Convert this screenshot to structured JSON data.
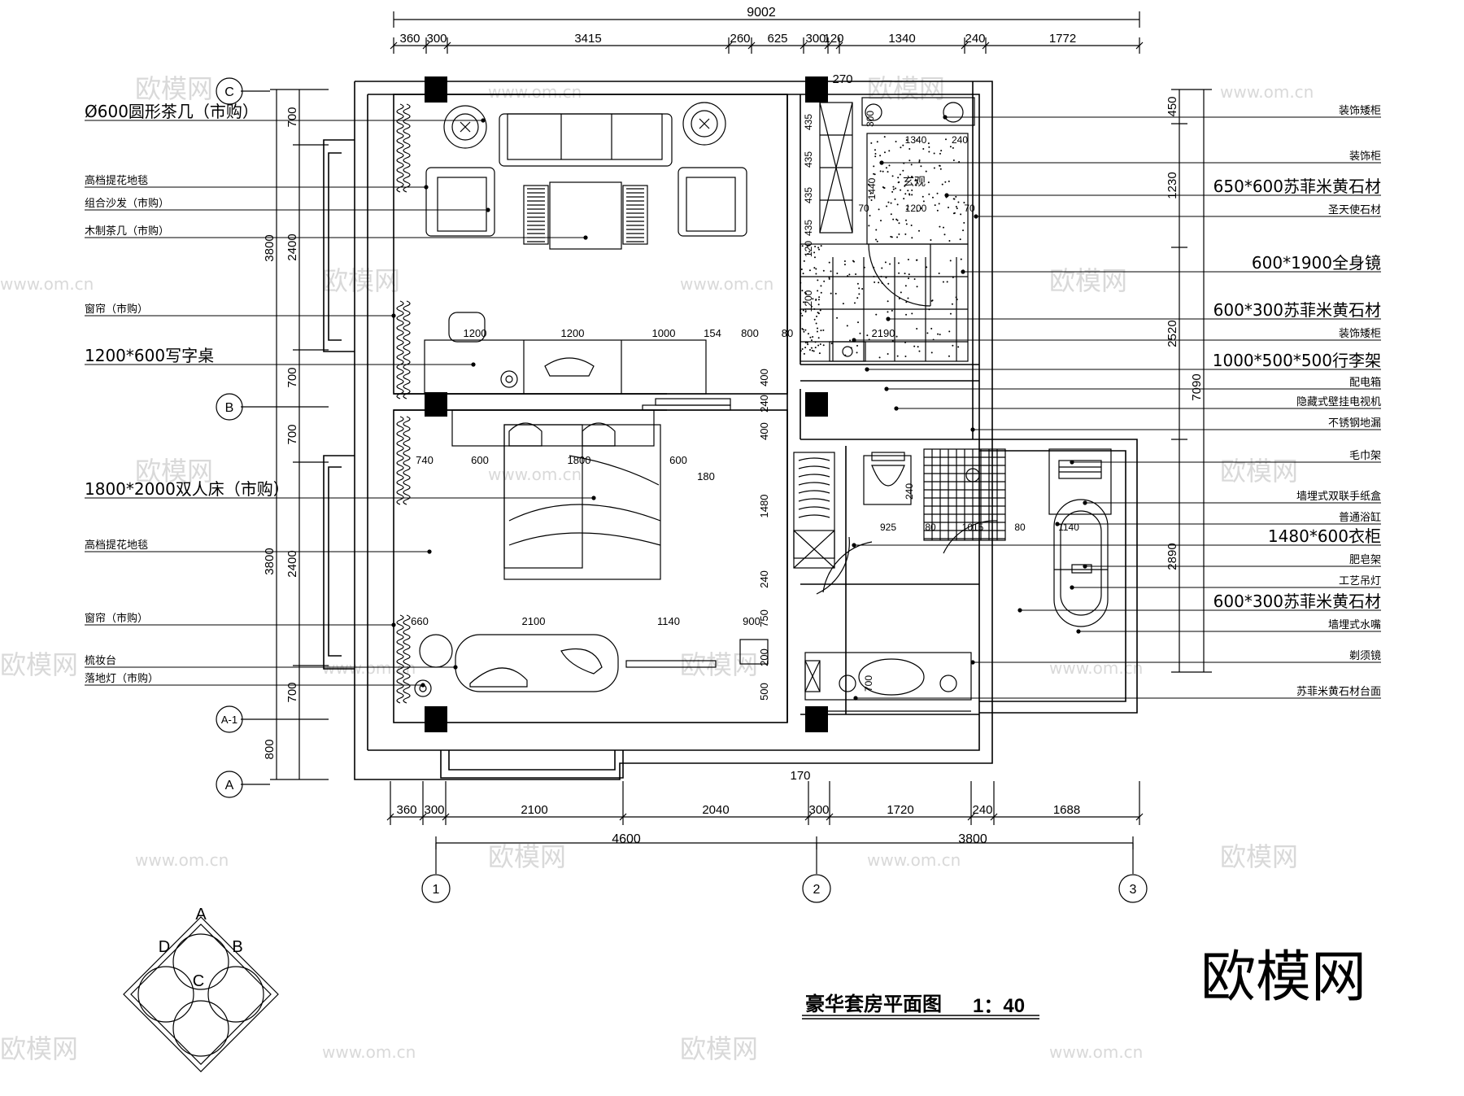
{
  "title": "豪华套房平面图",
  "scale": "1：40",
  "logo": "欧模网",
  "watermark_text": "欧模网",
  "watermark_url": "www.om.cn",
  "dims": {
    "overall_top": "9002",
    "top_row": [
      "360",
      "300",
      "3415",
      "260",
      "625",
      "300",
      "120",
      "1340",
      "240",
      "1772"
    ],
    "bottom_row": [
      "360",
      "300",
      "2100",
      "2040",
      "300",
      "1720",
      "240",
      "1688"
    ],
    "bottom_axes": [
      "4600",
      "3800"
    ],
    "left_outer": [
      "3800",
      "3800",
      "800"
    ],
    "left_inner": [
      "700",
      "2400",
      "700",
      "700",
      "2400",
      "700"
    ],
    "right_dims": [
      "450",
      "1230",
      "2520",
      "2890",
      "7090"
    ],
    "interior": {
      "desk_row": [
        "1200",
        "1200",
        "1000",
        "154",
        "800",
        "80"
      ],
      "bed_row": [
        "740",
        "600",
        "1800",
        "600"
      ],
      "bed_180": "180",
      "sofa_row": [
        "660",
        "2100",
        "1140",
        "900"
      ],
      "side_v": [
        "400",
        "240",
        "400",
        "1480",
        "240",
        "750",
        "200",
        "500"
      ],
      "foyer": [
        "1340",
        "240",
        "1440",
        "1200",
        "70",
        "70",
        "300"
      ],
      "foyer_cab": [
        "435",
        "435",
        "435",
        "435",
        "120",
        "1200"
      ],
      "wc_row": [
        "925",
        "80",
        "1015",
        "80",
        "1140"
      ],
      "wc_240": "240",
      "sink_700": "700",
      "w270": "270",
      "w2190": "2190",
      "w170": "170",
      "foyer_label": "玄观"
    }
  },
  "axes": {
    "rows": [
      "C",
      "B",
      "A-1",
      "A"
    ],
    "cols": [
      "1",
      "2",
      "3"
    ]
  },
  "left_labels": [
    "Ø600圆形茶几（市购）",
    "高档提花地毯",
    "组合沙发（市购）",
    "木制茶几（市购）",
    "窗帘（市购）",
    "1200*600写字桌",
    "1800*2000双人床（市购）",
    "高档提花地毯",
    "窗帘（市购）",
    "梳妆台",
    "落地灯（市购）"
  ],
  "right_labels": [
    "装饰矮柜",
    "装饰柜",
    "650*600苏菲米黄石材",
    "圣天使石材",
    "600*1900全身镜",
    "600*300苏菲米黄石材",
    "装饰矮柜",
    "1000*500*500行李架",
    "配电箱",
    "隐藏式壁挂电视机",
    "不锈钢地漏",
    "毛巾架",
    "墙埋式双联手纸盒",
    "普通浴缸",
    "1480*600衣柜",
    "肥皂架",
    "工艺吊灯",
    "600*300苏菲米黄石材",
    "墙埋式水嘴",
    "剃须镜",
    "苏菲米黄石材台面"
  ],
  "compass": [
    "A",
    "B",
    "C",
    "D"
  ]
}
